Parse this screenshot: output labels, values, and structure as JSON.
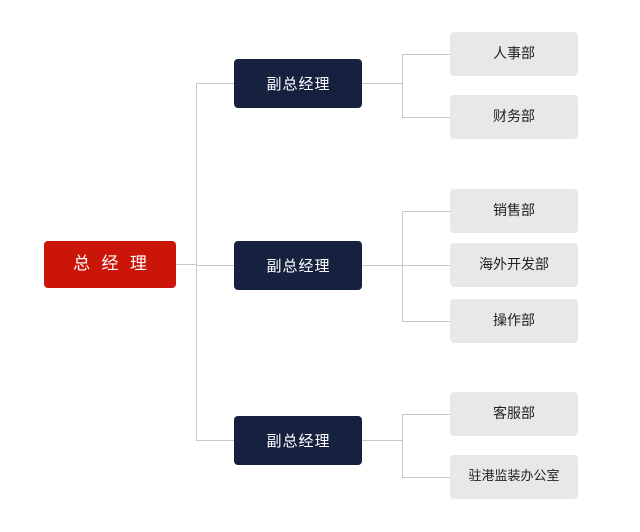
{
  "chart": {
    "title": "",
    "type": "org-chart",
    "colors": {
      "root_fill": "#cc1509",
      "root_text": "#ffffff",
      "level2_fill": "#16213f",
      "level2_text": "#ffffff",
      "leaf_fill": "#e8e8e8",
      "leaf_text": "#222222",
      "connector": "#c9c9c9",
      "background": "#ffffff"
    },
    "root": {
      "label": "总 经 理"
    },
    "branches": [
      {
        "manager_label": "副总经理",
        "departments": [
          {
            "label": "人事部"
          },
          {
            "label": "财务部"
          }
        ]
      },
      {
        "manager_label": "副总经理",
        "departments": [
          {
            "label": "销售部"
          },
          {
            "label": "海外开发部"
          },
          {
            "label": "操作部"
          }
        ]
      },
      {
        "manager_label": "副总经理",
        "departments": [
          {
            "label": "客服部"
          },
          {
            "label": "驻港监装办公室"
          }
        ]
      }
    ]
  }
}
